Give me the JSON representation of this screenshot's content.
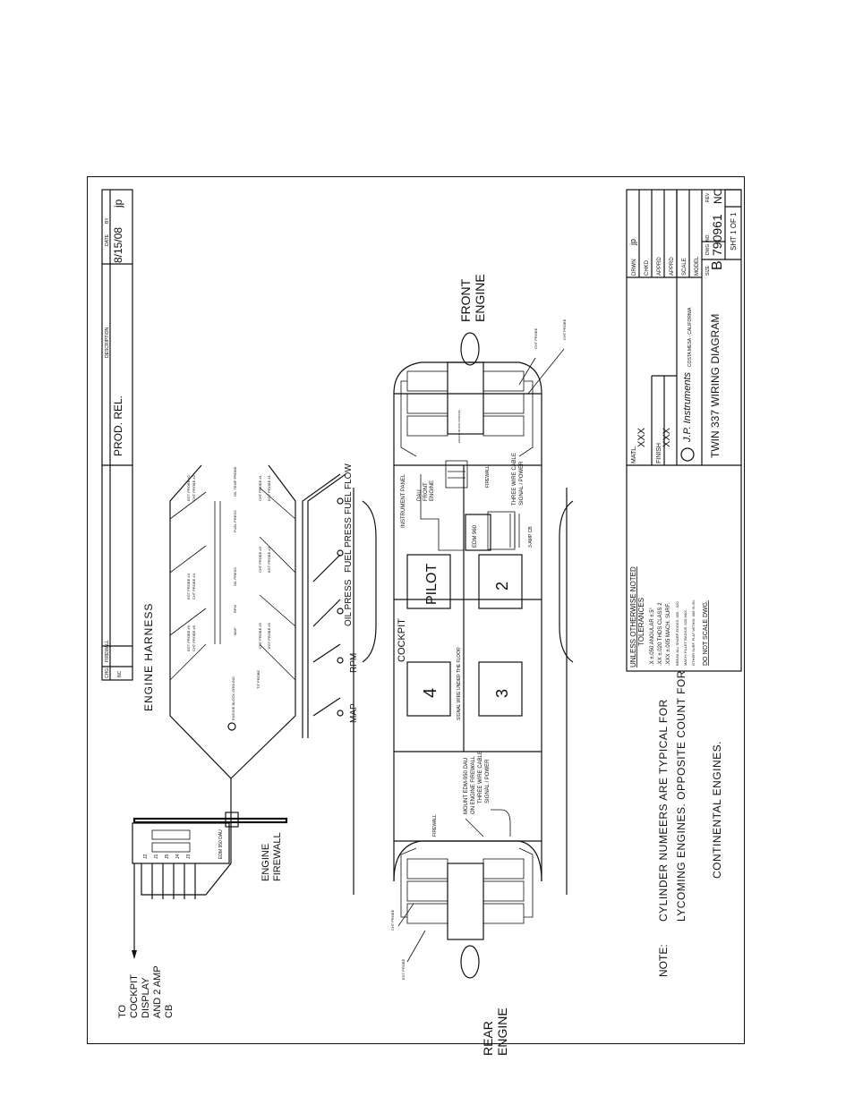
{
  "revision_block": {
    "headers": [
      "CHG.",
      "FIREWALL",
      "DESCRIPTION",
      "DATE",
      "BY"
    ],
    "row": {
      "chg": "NC",
      "description": "PROD. REL.",
      "date": "8/15/08",
      "by": "jp"
    }
  },
  "title_block": {
    "tolerances_title": "UNLESS OTHERWISE NOTED",
    "tolerances_subtitle": "TOLERANCES",
    "tol_lines": [
      ".X  ±.050  ANGULAR ±.5°",
      ".XX  ±.020  THDS CLASS 2",
      ".XXX  ±.005  MACH. SURF."
    ],
    "notes_small": [
      "BREAK ALL SHARP EDGES .005 - .020",
      "MACH. FILLET RADIUS .020 MAX.",
      "OTHER SURF. FLAT WITHIN .005 IN./IN."
    ],
    "do_not_scale": "DO NOT SCALE DWG.",
    "matl_label": "MATL.",
    "matl_value": "XXX",
    "finish_label": "FINISH",
    "finish_value": "XXX",
    "company": "J.P. Instruments",
    "company_location": "COSTA MESA - CALIFORNIA",
    "drawing_title": "TWIN 337 WIRING DIAGRAM",
    "drwn_label": "DRWN",
    "drwn_value": "jp",
    "chkd_label": "CHKD",
    "apprd_label": "APPRD",
    "scale_label": "SCALE",
    "model_label": "MODEL",
    "size_label": "SIZE",
    "size_value": "B",
    "dwg_label": "DWG. NO.",
    "dwg_value": "790961",
    "rev_label": "REV",
    "rev_value": "NC",
    "sheet_label": "SHT 1 OF 1"
  },
  "harness": {
    "title": "ENGINE HARNESS",
    "to_cockpit": [
      "TO",
      "COCKPIT",
      "DISPLAY",
      "AND 2 AMP",
      "CB"
    ],
    "firewall": [
      "ENGINE",
      "FIREWALL"
    ],
    "dau_label": "EDM 950 DAU",
    "connectors": [
      "J2",
      "J1",
      "J5",
      "J4",
      "J3"
    ],
    "block_ground": "ENGINE BLOCK GROUND",
    "tit_probe": "TIT PROBE",
    "probes_upper": [
      "EGT PROBE #6",
      "CHT PROBE #6",
      "EGT PROBE #4",
      "CHT PROBE #4",
      "EGT PROBE #2",
      "CHT PROBE #2"
    ],
    "probes_middle": [
      "MAP",
      "RPM",
      "OIL PRESS",
      "FUEL PRESS",
      "OIL TEMP PROBE"
    ],
    "probes_lower": [
      "CHT PROBE #5",
      "EGT PROBE #5",
      "CHT PROBE #3",
      "EGT PROBE #3",
      "CHT PROBE #1",
      "EGT PROBE #1"
    ],
    "sensors": [
      "MAP",
      "RPM",
      "OIL PRESS",
      "FUEL PRESS",
      "FUEL FLOW"
    ]
  },
  "aircraft": {
    "rear_engine": [
      "REAR",
      "ENGINE"
    ],
    "front_engine": [
      "FRONT",
      "ENGINE"
    ],
    "cockpit": "COCKPIT",
    "seats": [
      "4",
      "PILOT",
      "3",
      "2"
    ],
    "instrument_panel": "INSTRUMENT PANEL",
    "signal_wire": "SIGNAL WIRE UNDER THE FLOOR",
    "edm960": "EDM 960",
    "amp_cb": "3-AMP CB",
    "three_wire_1": [
      "THREE WIRE CABLE",
      "SIGNAL / POWER"
    ],
    "three_wire_2": [
      "THREE WIRE CABLE",
      "SIGNAL / POWER"
    ],
    "mount_dau": [
      "MOUNT EDM-950 DAU",
      "ON ENGINE FIREWALL"
    ],
    "dau_front": [
      "DAU",
      "FRONT",
      "ENGINE"
    ],
    "firewall_front": "FIREWALL",
    "firewall_rear": "FIREWALL",
    "cht_probe": "CHT PROBE",
    "egt_probe": "EGT PROBE",
    "engine_block_ground": "ENGINE BLOCK GROUND"
  },
  "note": {
    "label": "NOTE:",
    "lines": [
      "CYLINDER NUMEERS ARE TYPICAL FOR",
      "LYCOMING ENGINES.  OPPOSITE COUNT FOR",
      "CONTINENTAL ENGINES."
    ]
  }
}
